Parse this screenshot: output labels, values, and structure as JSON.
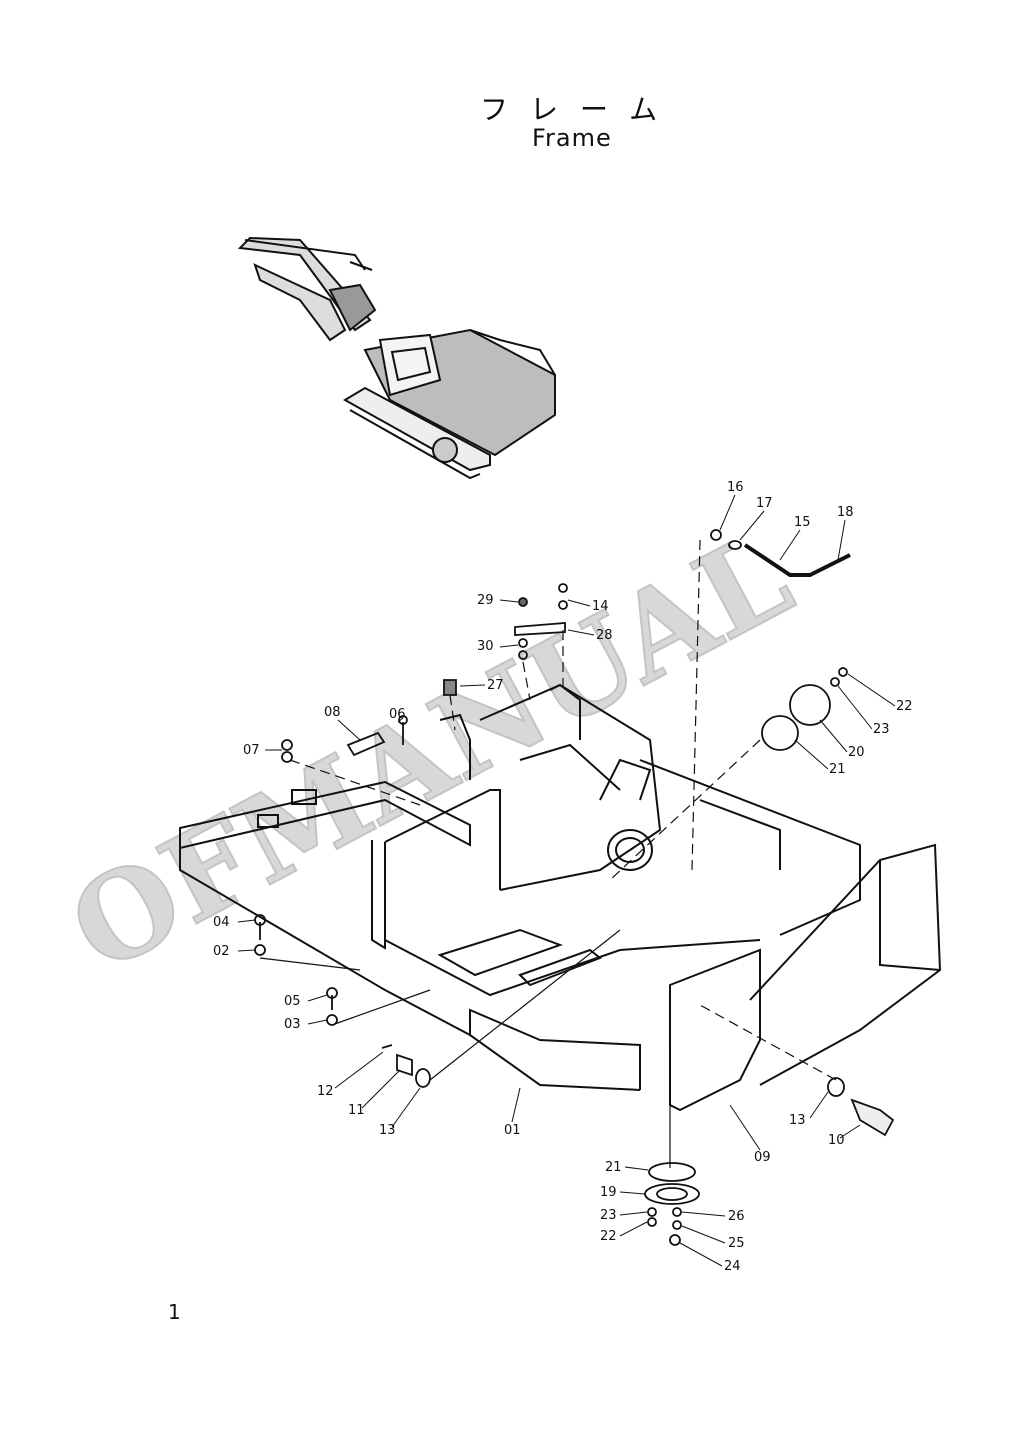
{
  "page": {
    "title_jp": "フレーム",
    "title_en": "Frame",
    "page_number": "1",
    "watermark": "OFMANUAL"
  },
  "parts": [
    {
      "id": "p16",
      "label": "16"
    },
    {
      "id": "p17",
      "label": "17"
    },
    {
      "id": "p15",
      "label": "15"
    },
    {
      "id": "p18",
      "label": "18"
    },
    {
      "id": "p29",
      "label": "29"
    },
    {
      "id": "p14",
      "label": "14"
    },
    {
      "id": "p28",
      "label": "28"
    },
    {
      "id": "p30",
      "label": "30"
    },
    {
      "id": "p27",
      "label": "27"
    },
    {
      "id": "p08",
      "label": "08"
    },
    {
      "id": "p06",
      "label": "06"
    },
    {
      "id": "p07",
      "label": "07"
    },
    {
      "id": "p22a",
      "label": "22"
    },
    {
      "id": "p23a",
      "label": "23"
    },
    {
      "id": "p20",
      "label": "20"
    },
    {
      "id": "p21a",
      "label": "21"
    },
    {
      "id": "p04",
      "label": "04"
    },
    {
      "id": "p02",
      "label": "02"
    },
    {
      "id": "p05",
      "label": "05"
    },
    {
      "id": "p03",
      "label": "03"
    },
    {
      "id": "p12",
      "label": "12"
    },
    {
      "id": "p11",
      "label": "11"
    },
    {
      "id": "p13a",
      "label": "13"
    },
    {
      "id": "p01",
      "label": "01"
    },
    {
      "id": "p09",
      "label": "09"
    },
    {
      "id": "p13b",
      "label": "13"
    },
    {
      "id": "p10",
      "label": "10"
    },
    {
      "id": "p21b",
      "label": "21"
    },
    {
      "id": "p19",
      "label": "19"
    },
    {
      "id": "p23b",
      "label": "23"
    },
    {
      "id": "p22b",
      "label": "22"
    },
    {
      "id": "p26",
      "label": "26"
    },
    {
      "id": "p25",
      "label": "25"
    },
    {
      "id": "p24",
      "label": "24"
    }
  ]
}
